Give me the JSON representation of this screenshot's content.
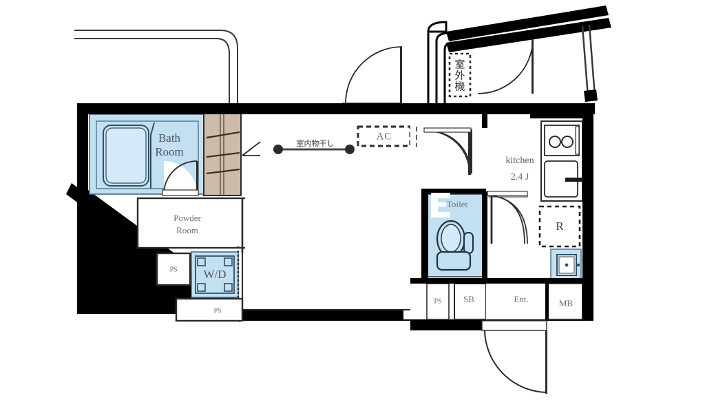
{
  "document": {
    "type": "floor-plan",
    "title": "Studio Apartment Floor Plan",
    "background_color": "#ffffff"
  },
  "palette": {
    "wall": "#000000",
    "wet_area_fill": "#c3e0f2",
    "wet_area_stroke": "#4a6b80",
    "closet_fill": "#cdbca9",
    "closet_stroke": "#3a3a3a",
    "line": "#3a3a3a",
    "text": "#5b6166",
    "white": "#ffffff"
  },
  "rooms": {
    "bath": {
      "label_line1": "Bath",
      "label_line2": "Room"
    },
    "powder": {
      "label_line1": "Powder",
      "label_line2": "Room"
    },
    "toilet": {
      "label": "Toilet"
    },
    "kitchen": {
      "label": "kitchen",
      "area": "2.4 J"
    },
    "entrance": {
      "label": "Ent."
    }
  },
  "fixtures": {
    "washer_dryer": {
      "label": "W/D"
    },
    "refrigerator": {
      "label": "R"
    },
    "shoe_box": {
      "label": "SB"
    },
    "meter_box": {
      "label": "MB"
    },
    "pipe_space_upper": {
      "label": "PS"
    },
    "pipe_space_lower": {
      "label": "PS"
    },
    "pipe_space_entry": {
      "label": "PS"
    },
    "air_conditioner": {
      "label": "AC"
    },
    "outdoor_unit": {
      "label": "室外機"
    },
    "indoor_drying_rack": {
      "label": "室内物干し"
    }
  },
  "icons": {
    "bathtub": "bathtub-icon",
    "toilet_bowl": "toilet-icon",
    "stove_burners": "stove-icon",
    "sink_basin": "sink-icon",
    "washer_drum": "washer-icon",
    "door_swing": "door-swing-icon",
    "balcony_rail": "balcony-rail-icon",
    "water_heater": "water-heater-icon"
  }
}
